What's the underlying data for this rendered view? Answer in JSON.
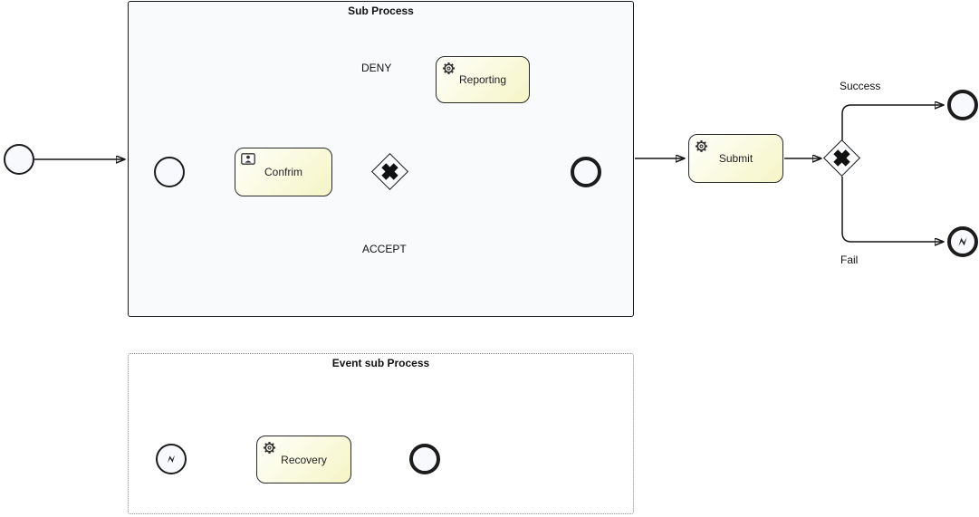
{
  "diagram": {
    "type": "BPMN process diagram",
    "colors": {
      "task_fill_start": "#fffffb",
      "task_fill_end": "#f5f5c6",
      "subprocess_fill": "#f9fafc",
      "event_fill": "#f8f9fc",
      "stroke": "#161616"
    }
  },
  "subprocess": {
    "title": "Sub Process",
    "confirm_task": {
      "label": "Confrim",
      "icon": "user-task-icon"
    },
    "reporting_task": {
      "label": "Reporting",
      "icon": "gear-icon"
    },
    "deny_label": "DENY",
    "accept_label": "ACCEPT"
  },
  "main": {
    "submit_task": {
      "label": "Submit",
      "icon": "gear-icon"
    },
    "success_label": "Success",
    "fail_label": "Fail"
  },
  "event_subprocess": {
    "title": "Event sub Process",
    "recovery_task": {
      "label": "Recovery",
      "icon": "gear-icon"
    }
  }
}
